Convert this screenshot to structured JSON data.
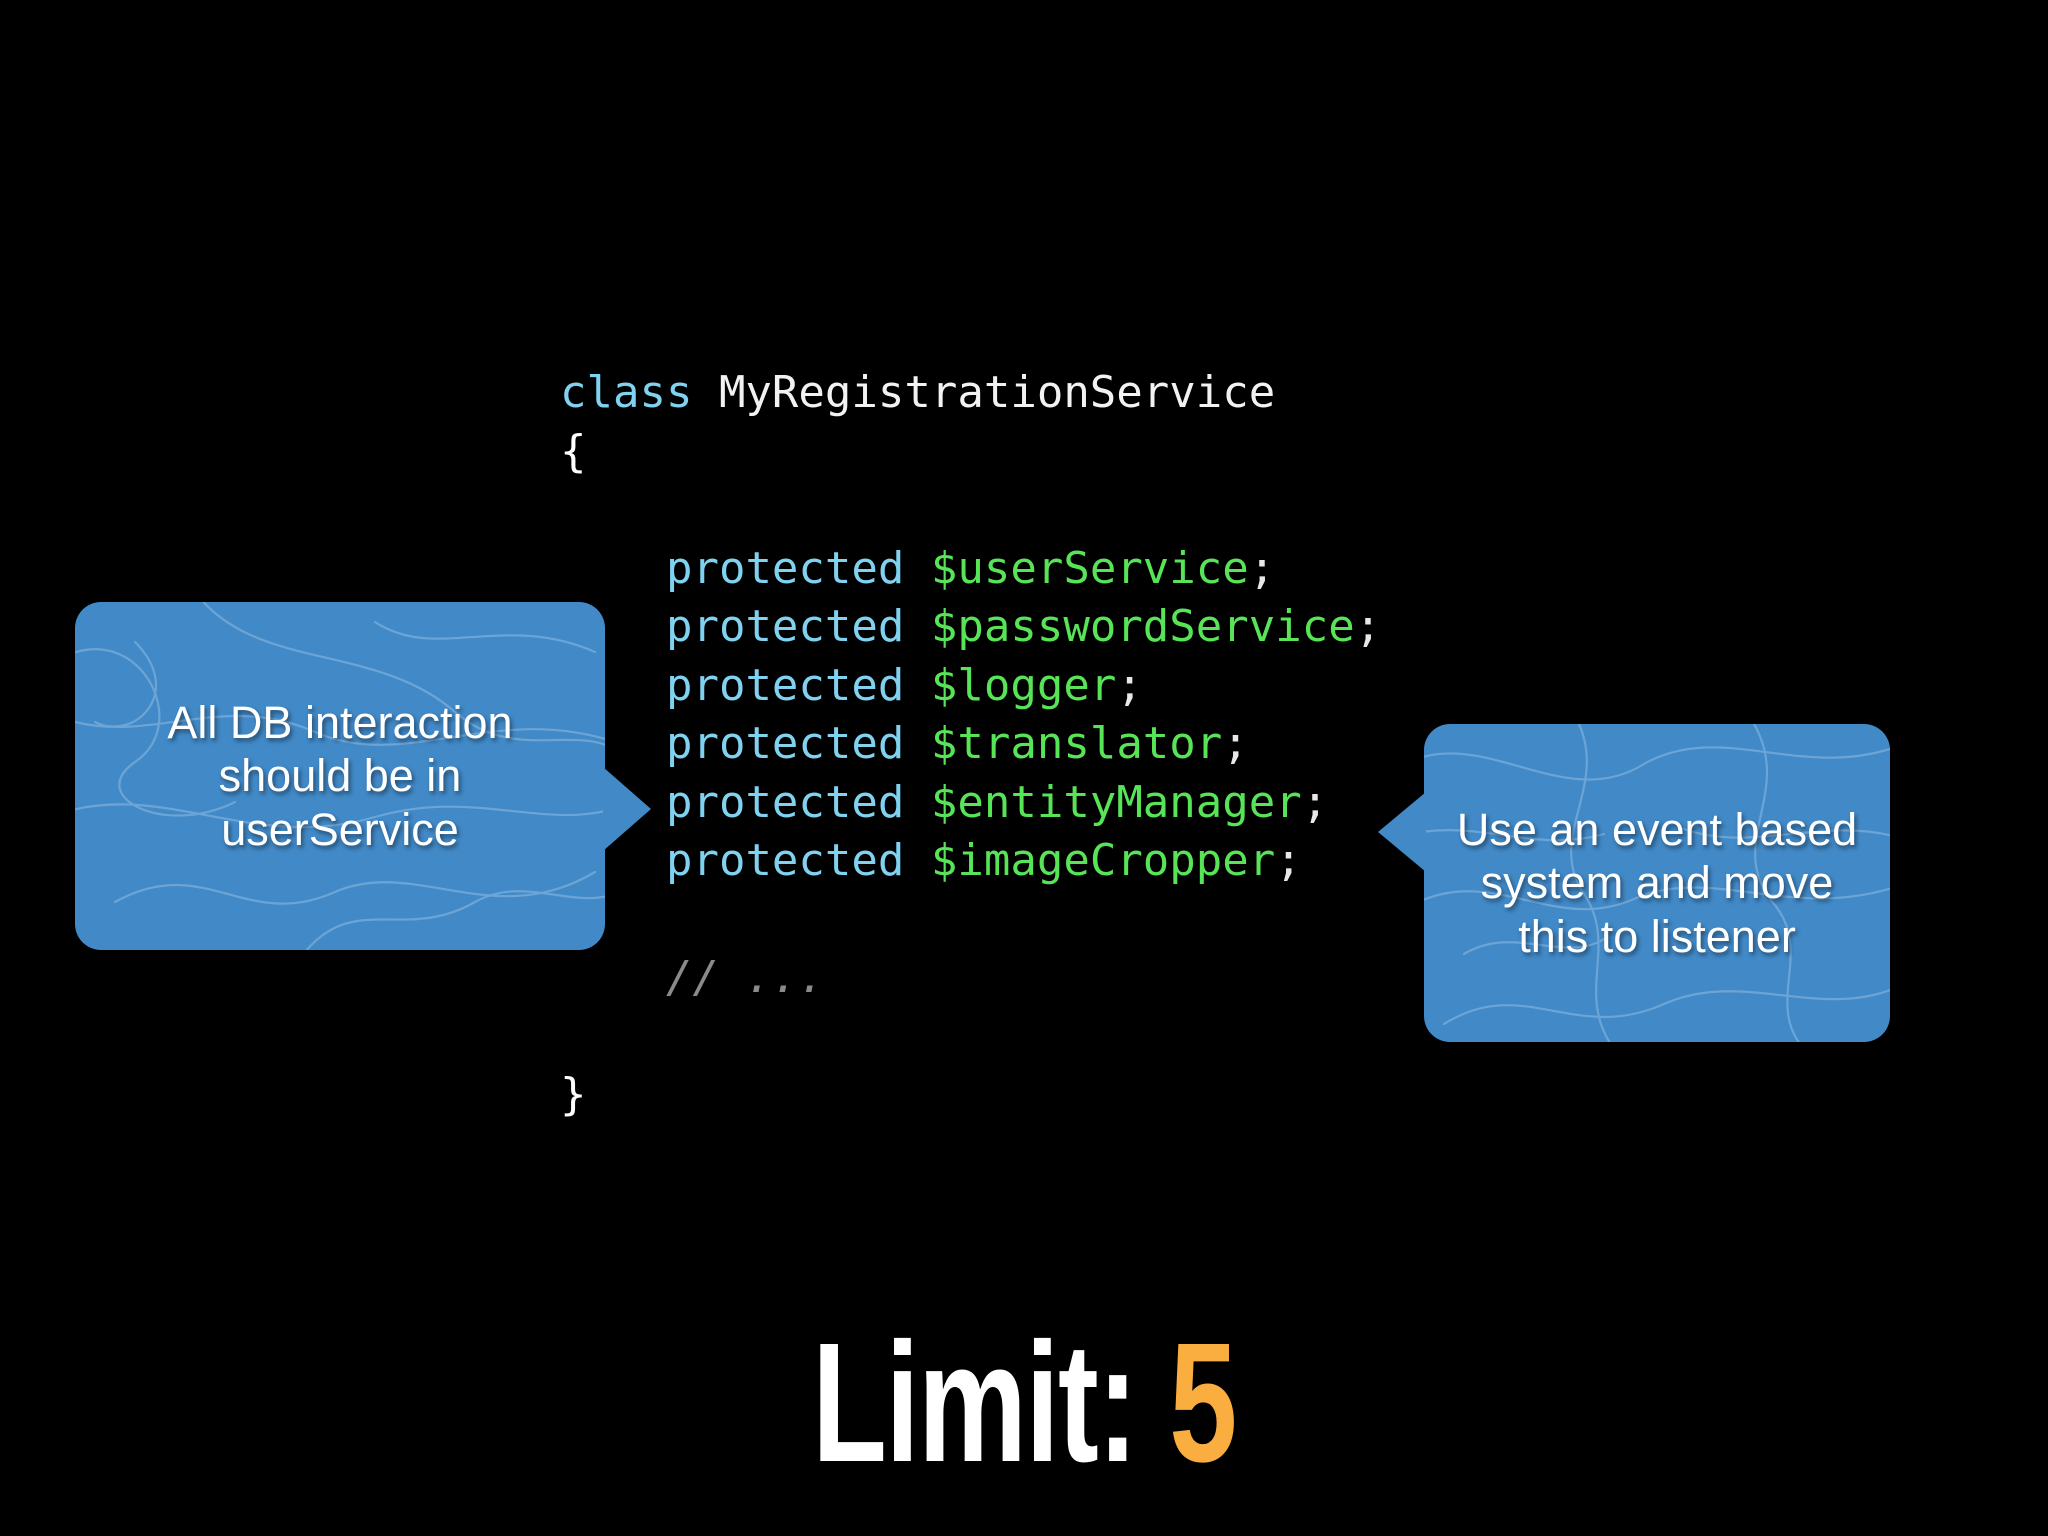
{
  "slide": {
    "background_color": "#000000",
    "code": {
      "language": "php",
      "font": "monospace",
      "colors": {
        "keyword": "#7FD2F0",
        "class_name": "#F2F2F2",
        "variable": "#57E457",
        "punctuation": "#E8E8E8",
        "brace": "#FFFFFF",
        "comment": "#8A8A8A"
      },
      "lines": [
        {
          "id": "line-class-decl",
          "kw": "class",
          "cls": " MyRegistrationService"
        },
        {
          "id": "line-open-brace",
          "brace": "{"
        },
        {
          "id": "line-blank-1",
          "blank": true
        },
        {
          "id": "line-prop-userservice",
          "indent": "    ",
          "kw": "protected",
          "var": " $userService",
          "punc": ";"
        },
        {
          "id": "line-prop-passwordservice",
          "indent": "    ",
          "kw": "protected",
          "var": " $passwordService",
          "punc": ";"
        },
        {
          "id": "line-prop-logger",
          "indent": "    ",
          "kw": "protected",
          "var": " $logger",
          "punc": ";"
        },
        {
          "id": "line-prop-translator",
          "indent": "    ",
          "kw": "protected",
          "var": " $translator",
          "punc": ";"
        },
        {
          "id": "line-prop-entitymanager",
          "indent": "    ",
          "kw": "protected",
          "var": " $entityManager",
          "punc": ";"
        },
        {
          "id": "line-prop-imagecropper",
          "indent": "    ",
          "kw": "protected",
          "var": " $imageCropper",
          "punc": ";"
        },
        {
          "id": "line-blank-2",
          "blank": true
        },
        {
          "id": "line-comment",
          "indent": "    ",
          "cmt": "// ..."
        },
        {
          "id": "line-blank-3",
          "blank": true
        },
        {
          "id": "line-close-brace",
          "brace": "}"
        }
      ],
      "text": {
        "class_keyword": "class",
        "class_name": " MyRegistrationService",
        "open_brace": "{",
        "close_brace": "}",
        "comment": "// ...",
        "indent": "    ",
        "protected": "protected",
        "semicolon": ";",
        "prop_userservice": " $userService",
        "prop_passwordservice": " $passwordService",
        "prop_logger": " $logger",
        "prop_translator": " $translator",
        "prop_entitymanager": " $entityManager",
        "prop_imagecropper": " $imageCropper"
      }
    },
    "callouts": [
      {
        "id": "callout-left",
        "text": "All DB interaction should be in userService",
        "points_to": "property-list",
        "tail_direction": "right",
        "background_color": "#4189C7",
        "text_color": "#FFFFFF"
      },
      {
        "id": "callout-right",
        "text": "Use an event based system and move this to listener",
        "points_to": "imageCropper-property",
        "tail_direction": "left",
        "background_color": "#4189C7",
        "text_color": "#FFFFFF"
      }
    ],
    "footer": {
      "label": "Limit:",
      "value": "5",
      "label_color": "#FFFFFF",
      "value_color": "#F9AE3F"
    }
  }
}
